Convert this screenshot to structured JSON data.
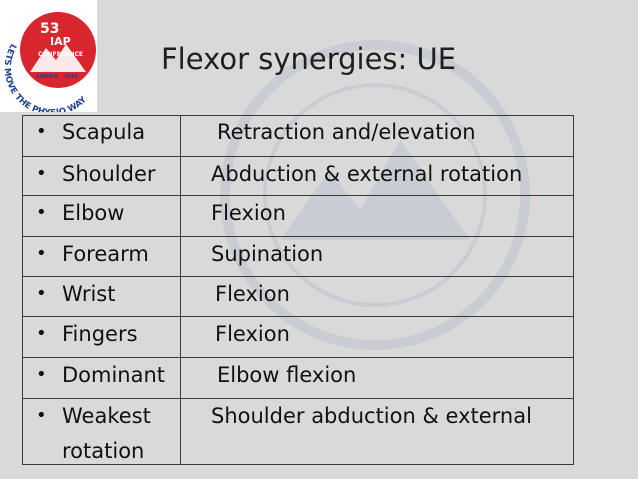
{
  "slide": {
    "title": "Flexor synergies: UE",
    "logo": {
      "number": "53",
      "acronym": "IAP",
      "subtitle": "CONFERENCE",
      "city": "SHIMLA",
      "year": "2015",
      "tagline": "LETS MOVE THE PHYSIO WAY",
      "accent_color": "#d7262d"
    },
    "rows": [
      {
        "part": "Scapula",
        "motion": "Retraction and/elevation"
      },
      {
        "part": "Shoulder",
        "motion": "Abduction & external rotation"
      },
      {
        "part": "Elbow",
        "motion": "Flexion"
      },
      {
        "part": "Forearm",
        "motion": "Supination"
      },
      {
        "part": "Wrist",
        "motion": "Flexion"
      },
      {
        "part": "Fingers",
        "motion": "Flexion"
      },
      {
        "part": "Dominant",
        "motion": "Elbow flexion"
      },
      {
        "part": "Weakest",
        "motion": "Shoulder abduction & external",
        "continuation": "rotation"
      }
    ],
    "bullet_glyph": "•"
  }
}
